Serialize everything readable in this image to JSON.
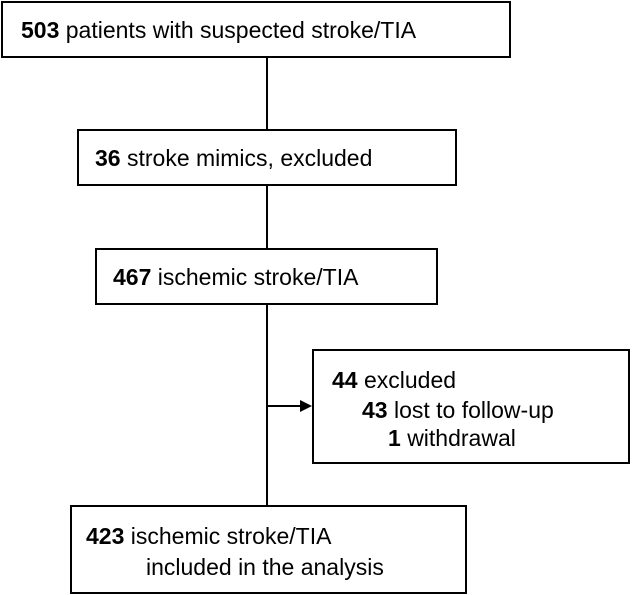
{
  "flow": {
    "start": {
      "count": "503",
      "label": "patients with suspected stroke/TIA"
    },
    "mimics": {
      "count": "36",
      "label": "stroke mimics, excluded"
    },
    "ischemic": {
      "count": "467",
      "label": "ischemic stroke/TIA"
    },
    "excluded": {
      "count": "44",
      "label": "excluded",
      "items": [
        {
          "count": "43",
          "label": "lost to follow-up"
        },
        {
          "count": "1",
          "label": "withdrawal"
        }
      ]
    },
    "analysis": {
      "count": "423",
      "label": "ischemic stroke/TIA",
      "label2": "included in the analysis"
    }
  }
}
